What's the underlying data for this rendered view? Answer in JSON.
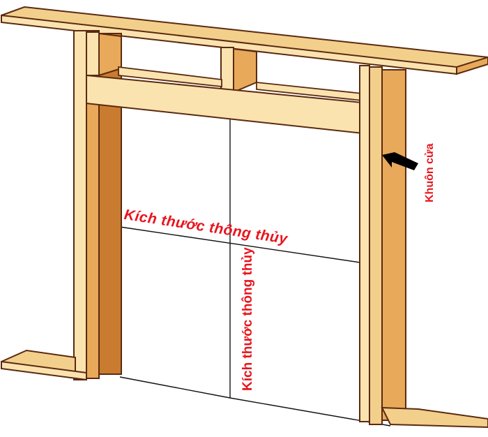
{
  "diagram": {
    "subject": "door frame",
    "labels": {
      "clear_width": "Kích thước thông thủy",
      "clear_height": "Kích thước thông thủy",
      "frame": "Khuôn cửa"
    },
    "colors": {
      "label_red": "#e8141c",
      "wood_light": "#fbe3b0",
      "wood_face": "#f3cf8c",
      "wood_mid": "#e8a95a",
      "wood_dark": "#c97c30",
      "outline": "#5a2a10",
      "guide_line": "#111111"
    },
    "arrow": {
      "direction": "pointing-left",
      "target": "frame"
    }
  }
}
